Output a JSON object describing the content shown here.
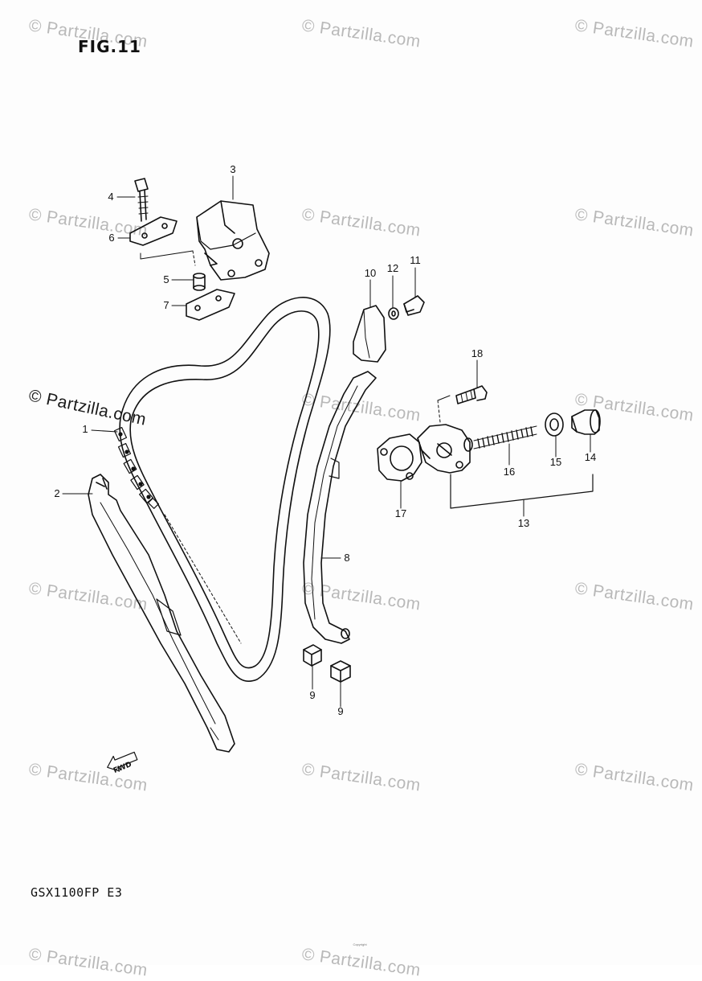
{
  "figure": {
    "title": "FIG.11",
    "model_code": "GSX1100FP E3",
    "footer_copyright": "Copyright"
  },
  "watermark": {
    "text": "© Partzilla.com",
    "color": "#b9b9b9"
  },
  "callouts": [
    {
      "id": "1",
      "label": "1"
    },
    {
      "id": "2",
      "label": "2"
    },
    {
      "id": "3",
      "label": "3"
    },
    {
      "id": "4",
      "label": "4"
    },
    {
      "id": "5",
      "label": "5"
    },
    {
      "id": "6",
      "label": "6"
    },
    {
      "id": "7",
      "label": "7"
    },
    {
      "id": "8",
      "label": "8"
    },
    {
      "id": "9a",
      "label": "9"
    },
    {
      "id": "9b",
      "label": "9"
    },
    {
      "id": "10",
      "label": "10"
    },
    {
      "id": "11",
      "label": "11"
    },
    {
      "id": "12",
      "label": "12"
    },
    {
      "id": "13",
      "label": "13"
    },
    {
      "id": "14",
      "label": "14"
    },
    {
      "id": "15",
      "label": "15"
    },
    {
      "id": "16",
      "label": "16"
    },
    {
      "id": "17",
      "label": "17"
    },
    {
      "id": "18",
      "label": "18"
    }
  ],
  "fwd_arrow": {
    "label": "FWD",
    "icon": "forward-arrow-icon"
  }
}
